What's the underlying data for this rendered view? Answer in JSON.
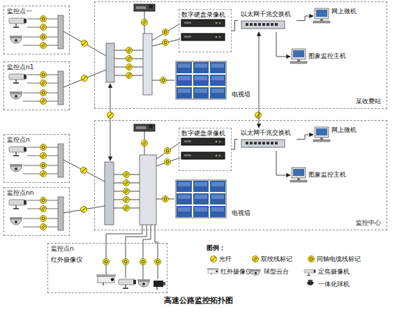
{
  "diagram": {
    "caption": "高速公路监控拓扑图",
    "nodes": [
      {
        "text": [
          "某收费站"
        ]
      },
      {
        "text": [
          "数字硬盘录像机"
        ],
        "in": 0
      },
      {
        "text": [
          "以太网千兆交换机"
        ],
        "in": 0
      },
      {
        "text": [
          "网上微机"
        ],
        "in": 0
      },
      {
        "text": [
          "图象监控主机"
        ],
        "in": 0
      },
      {
        "text": [
          "电视墙"
        ],
        "in": 0
      },
      {
        "text": [
          "监控中心"
        ]
      },
      {
        "text": [
          "数字硬盘录像机"
        ],
        "in": 6
      },
      {
        "text": [
          "以太网千兆交换机"
        ],
        "in": 6
      },
      {
        "text": [
          "网上微机"
        ],
        "in": 6
      },
      {
        "text": [
          "图象监控主机"
        ],
        "in": 6
      },
      {
        "text": [
          "电视墙"
        ],
        "in": 6
      },
      {
        "text": [
          "监控点一"
        ]
      },
      {
        "text": [
          "监控点n1"
        ]
      },
      {
        "text": [
          "监控点n"
        ]
      },
      {
        "text": [
          "监控点nn"
        ]
      },
      {
        "text": [
          "监控点n",
          "红外摄像仪"
        ]
      }
    ],
    "edges": [
      {
        "from": 1,
        "to": 2,
        "arrow": "none"
      },
      {
        "from": 2,
        "to": 3,
        "arrow": "to"
      },
      {
        "from": 2,
        "to": 4,
        "arrow": "to"
      },
      {
        "from": 7,
        "to": 8,
        "arrow": "none"
      },
      {
        "from": 8,
        "to": 9,
        "arrow": "to"
      },
      {
        "from": 8,
        "to": 10,
        "arrow": "to"
      },
      {
        "from": 2,
        "to": 8,
        "arrow": "both"
      }
    ],
    "labels": [
      "图例："
    ],
    "legend": [
      {
        "text": "光纤"
      },
      {
        "text": "双绞线标记"
      },
      {
        "text": "同轴电缆线标记"
      },
      {
        "text": "红外摄像仪"
      },
      {
        "text": "球型云台"
      },
      {
        "text": "定焦摄像机"
      },
      {
        "text": "一体化球机"
      }
    ]
  }
}
